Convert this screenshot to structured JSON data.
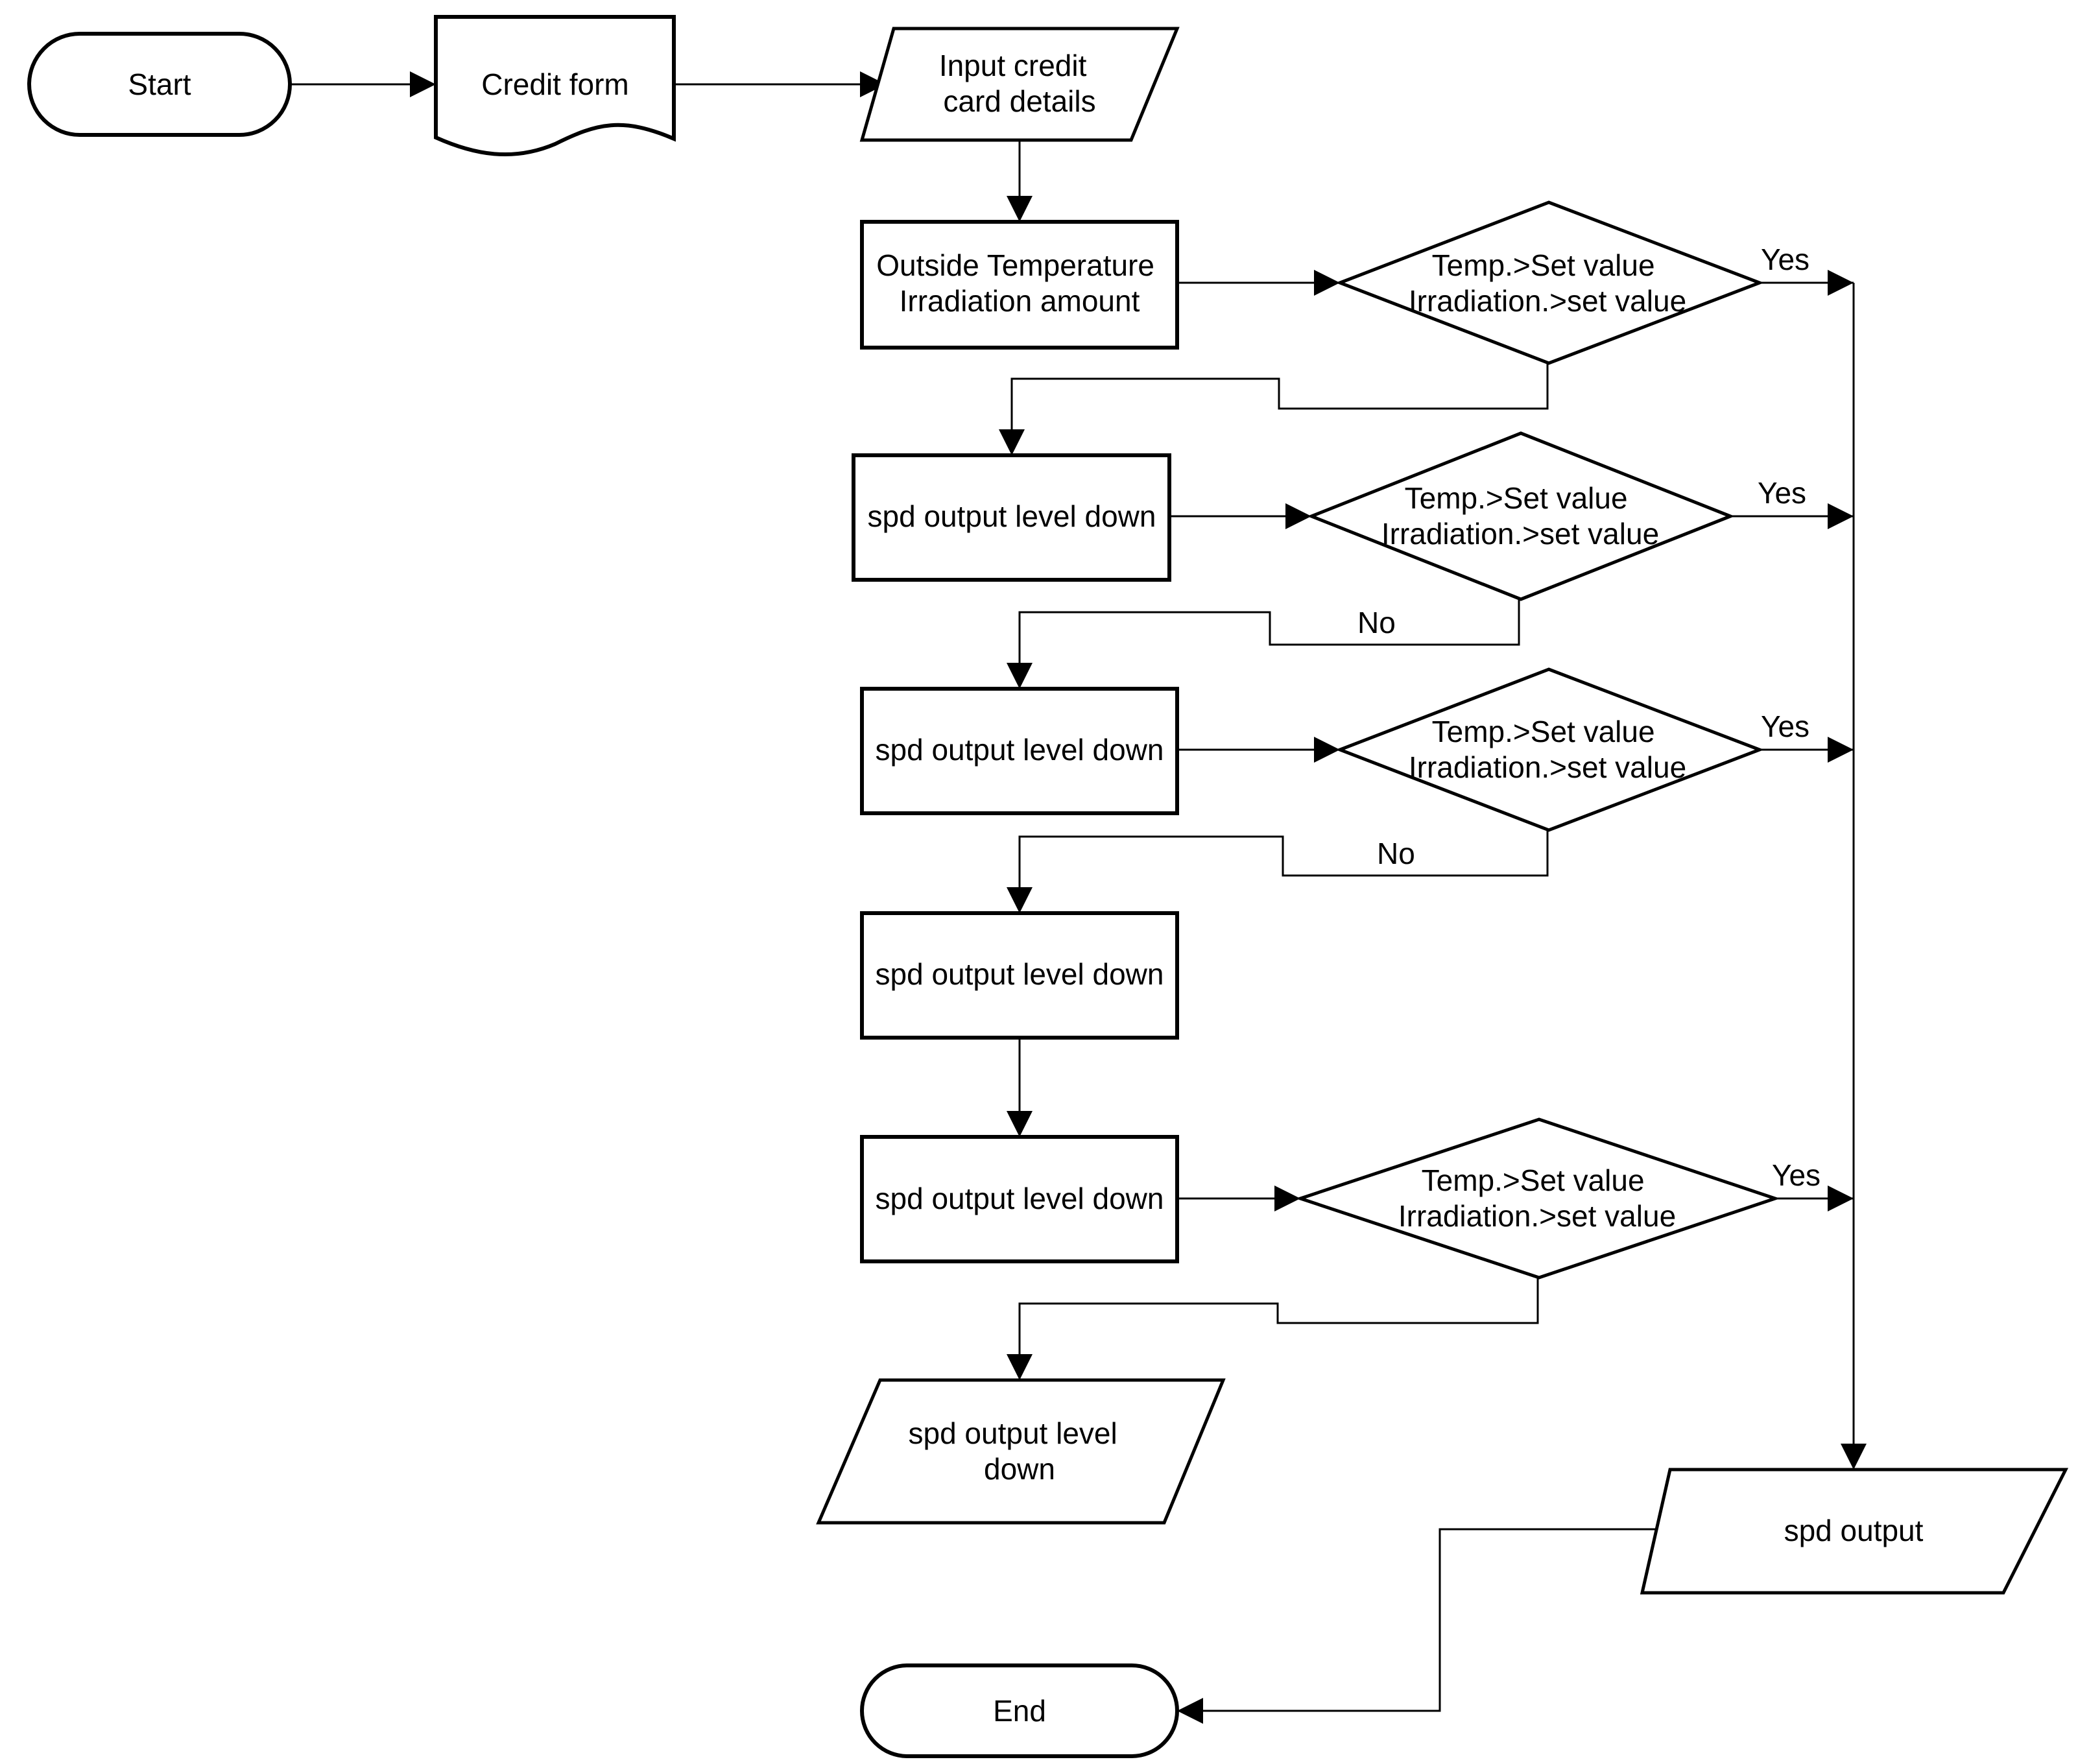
{
  "colors": {
    "background": "#ffffff",
    "stroke": "#000000",
    "text": "#000000"
  },
  "nodes": {
    "start": {
      "label": "Start"
    },
    "credit_form": {
      "label": "Credit form"
    },
    "input_card": {
      "line1": "Input credit",
      "line2": "card details"
    },
    "sensors": {
      "line1": "Outside Temperature",
      "line2": "Irradiation amount"
    },
    "decision1": {
      "line1": "Temp.>Set  value",
      "line2": "Irradiation.>set value"
    },
    "step1": {
      "label": "spd output level down"
    },
    "decision2": {
      "line1": "Temp.>Set  value",
      "line2": "Irradiation.>set value"
    },
    "step2": {
      "label": "spd output level down"
    },
    "decision3": {
      "line1": "Temp.>Set  value",
      "line2": "Irradiation.>set value"
    },
    "step3": {
      "label": "spd output level down"
    },
    "step4": {
      "label": "spd output level down"
    },
    "decision4": {
      "line1": "Temp.>Set  value",
      "line2": "Irradiation.>set value"
    },
    "final_down": {
      "line1": "spd output level",
      "line2": "down"
    },
    "spd_output": {
      "label": "spd output"
    },
    "end": {
      "label": "End"
    }
  },
  "edge_labels": {
    "yes1": "Yes",
    "yes2": "Yes",
    "yes3": "Yes",
    "yes4": "Yes",
    "no2": "No",
    "no3": "No"
  }
}
